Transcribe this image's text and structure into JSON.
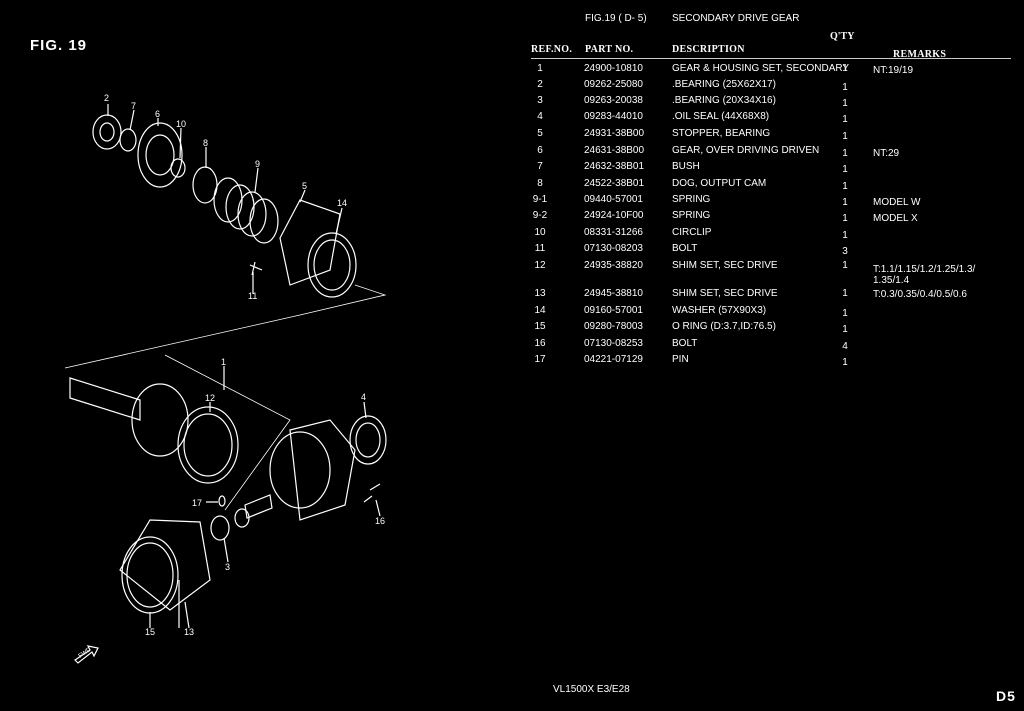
{
  "figure": {
    "label": "FIG. 19",
    "header_fig": "FIG.19 ( D- 5)",
    "header_title": "SECONDARY DRIVE GEAR",
    "callouts": [
      "1",
      "2",
      "3",
      "4",
      "5",
      "6",
      "7",
      "8",
      "9",
      "10",
      "11",
      "12",
      "13",
      "14",
      "15",
      "16",
      "17"
    ],
    "fwd_label": "FWD"
  },
  "table": {
    "headers": {
      "ref": "REF.NO.",
      "part": "PART NO.",
      "desc": "DESCRIPTION",
      "qty": "Q'TY",
      "remarks": "REMARKS"
    },
    "rows": [
      {
        "ref": "1",
        "part": "24900-10810",
        "desc": "GEAR & HOUSING SET, SECONDARY",
        "qty": "1",
        "remarks": "NT:19/19"
      },
      {
        "ref": "2",
        "part": "09262-25080",
        "desc": ".BEARING (25X62X17)",
        "qty": "1",
        "remarks": ""
      },
      {
        "ref": "3",
        "part": "09263-20038",
        "desc": ".BEARING (20X34X16)",
        "qty": "1",
        "remarks": ""
      },
      {
        "ref": "4",
        "part": "09283-44010",
        "desc": ".OIL SEAL (44X68X8)",
        "qty": "1",
        "remarks": ""
      },
      {
        "ref": "5",
        "part": "24931-38B00",
        "desc": "STOPPER, BEARING",
        "qty": "1",
        "remarks": ""
      },
      {
        "ref": "6",
        "part": "24631-38B00",
        "desc": "GEAR, OVER DRIVING DRIVEN",
        "qty": "1",
        "remarks": "NT:29"
      },
      {
        "ref": "7",
        "part": "24632-38B01",
        "desc": "BUSH",
        "qty": "1",
        "remarks": ""
      },
      {
        "ref": "8",
        "part": "24522-38B01",
        "desc": "DOG, OUTPUT CAM",
        "qty": "1",
        "remarks": ""
      },
      {
        "ref": "9-1",
        "part": "09440-57001",
        "desc": "SPRING",
        "qty": "1",
        "remarks": "MODEL W"
      },
      {
        "ref": "9-2",
        "part": "24924-10F00",
        "desc": "SPRING",
        "qty": "1",
        "remarks": "MODEL X"
      },
      {
        "ref": "10",
        "part": "08331-31266",
        "desc": "CIRCLIP",
        "qty": "1",
        "remarks": ""
      },
      {
        "ref": "11",
        "part": "07130-08203",
        "desc": "BOLT",
        "qty": "3",
        "remarks": ""
      },
      {
        "ref": "12",
        "part": "24935-38820",
        "desc": "SHIM SET, SEC DRIVE",
        "qty": "1",
        "remarks": "T:1.1/1.15/1.2/1.25/1.3/",
        "remarks2": "1.35/1.4"
      },
      {
        "ref": "13",
        "part": "24945-38810",
        "desc": "SHIM SET, SEC DRIVE",
        "qty": "1",
        "remarks": "T:0.3/0.35/0.4/0.5/0.6"
      },
      {
        "ref": "14",
        "part": "09160-57001",
        "desc": "WASHER (57X90X3)",
        "qty": "1",
        "remarks": ""
      },
      {
        "ref": "15",
        "part": "09280-78003",
        "desc": "O RING (D:3.7,ID:76.5)",
        "qty": "1",
        "remarks": ""
      },
      {
        "ref": "16",
        "part": "07130-08253",
        "desc": "BOLT",
        "qty": "4",
        "remarks": ""
      },
      {
        "ref": "17",
        "part": "04221-07129",
        "desc": "PIN",
        "qty": "1",
        "remarks": ""
      }
    ]
  },
  "footer": {
    "model": "VL1500X E3/E28",
    "page": "D5"
  }
}
